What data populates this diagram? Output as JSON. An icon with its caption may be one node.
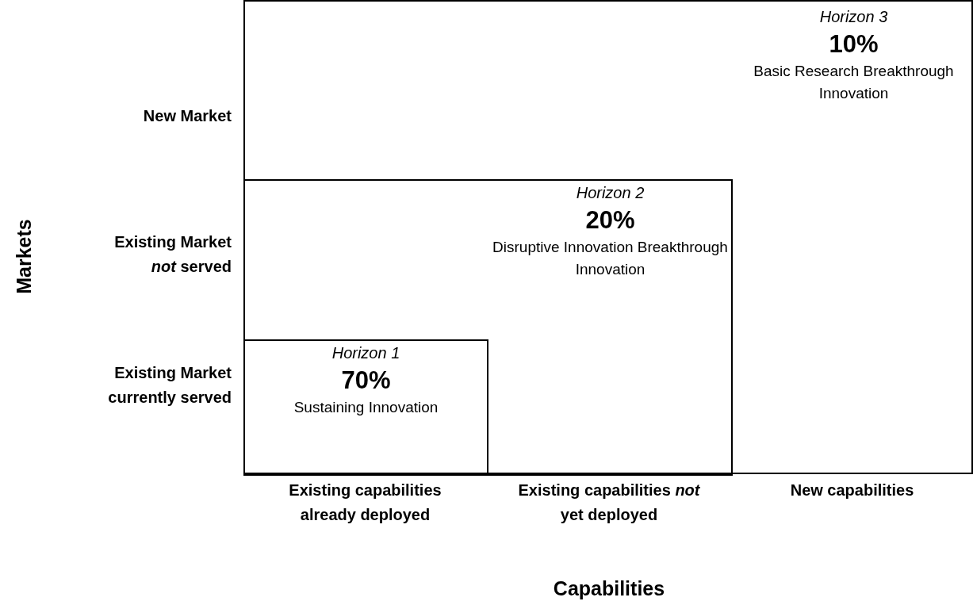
{
  "diagram": {
    "nodes": [
      {
        "text": [
          "Horizon 3",
          "10%",
          "Basic Research Breakthrough Innovation"
        ]
      },
      {
        "text": [
          "Horizon 2",
          "20%",
          "Disruptive Innovation Breakthrough Innovation"
        ],
        "in": 0
      },
      {
        "text": [
          "Horizon 1",
          "70%",
          "Sustaining Innovation"
        ],
        "in": 1
      }
    ],
    "labels": [
      "New Market",
      "Existing Market *not* served",
      "Existing Market currently served",
      "Existing capabilities already deployed",
      "Existing capabilities *not* yet deployed",
      "New capabilities",
      "Markets",
      "Capabilities"
    ]
  }
}
